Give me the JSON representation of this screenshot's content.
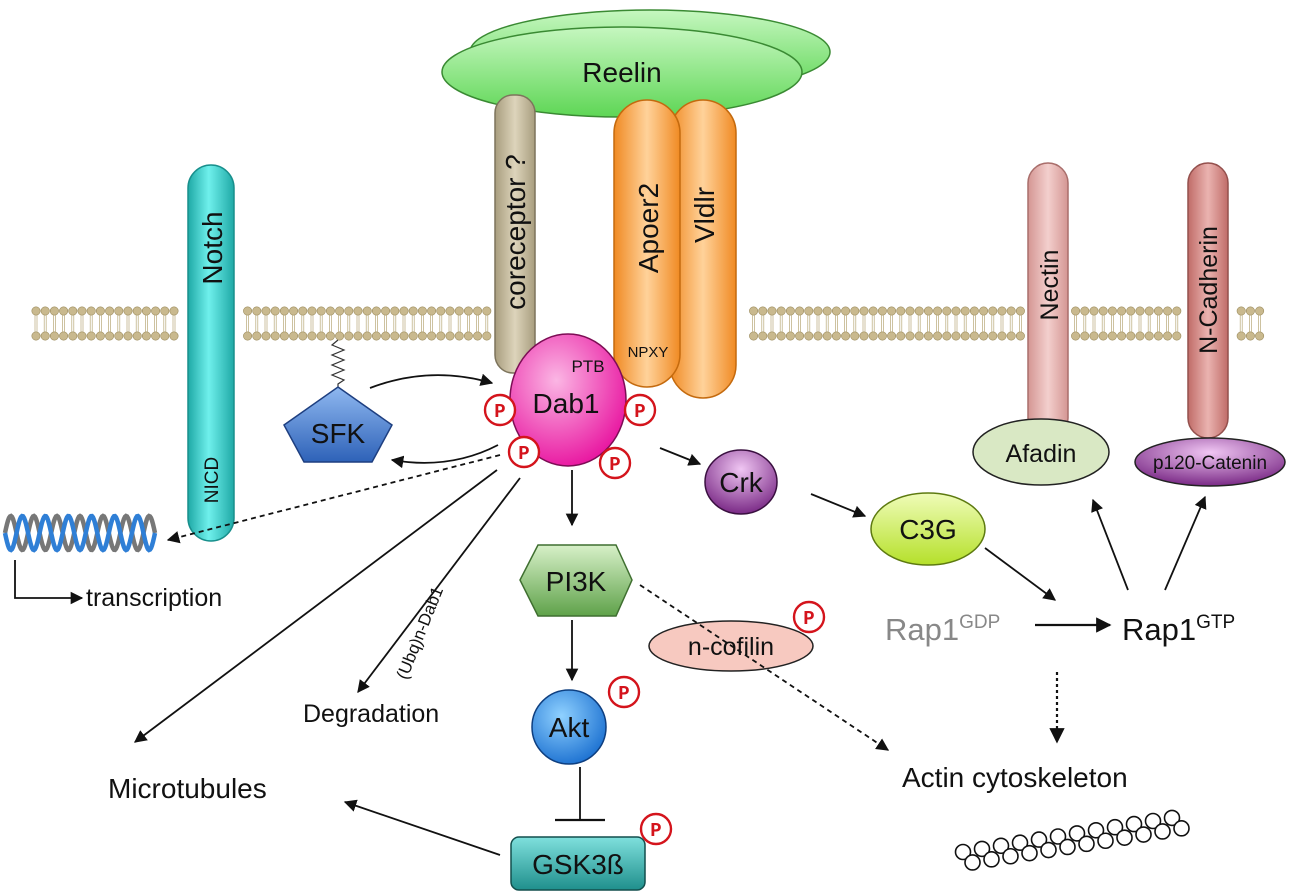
{
  "reelin": "Reelin",
  "receptors": {
    "coreceptor": "coreceptor ?",
    "apoer2": "Apoer2",
    "vldlr": "Vldlr",
    "npxy": "NPXY"
  },
  "notch": {
    "name": "Notch",
    "nicd": "NICD"
  },
  "dab1": {
    "name": "Dab1",
    "ptb": "PTB"
  },
  "phospho_label": "P",
  "sfk": "SFK",
  "crk": "Crk",
  "c3g": "C3G",
  "pi3k": "PI3K",
  "akt": "Akt",
  "gsk3b": "GSK3ß",
  "ncofilin": "n-cofilin",
  "nectin": "Nectin",
  "ncadherin": "N-Cadherin",
  "afadin": "Afadin",
  "p120catenin": "p120-Catenin",
  "rap1": {
    "base": "Rap1",
    "gdp": "GDP",
    "gtp": "GTP"
  },
  "labels": {
    "transcription": "transcription",
    "degradation": "Degradation",
    "ubq": "(Ubq)n-Dab1",
    "microtubules": "Microtubules",
    "actin": "Actin cytoskeleton"
  },
  "colors": {
    "reelin": "#86e87e",
    "coreceptor": "#c2b79a",
    "apoer2": "#f7a24a",
    "notch": "#2fc9c6",
    "dab1": "#f03fb0",
    "sfk": "#4a7fd0",
    "crk": "#9b3fa3",
    "c3g": "#c8f24a",
    "pi3k": "#8fc77a",
    "akt": "#2d8fe0",
    "gsk3b": "#2aa8a5",
    "ncofilin": "#f7c2b8",
    "nectin": "#e2a9a6",
    "ncadherin": "#d4837f",
    "afadin": "#d9e8c4",
    "p120catenin": "#9b3f96",
    "membrane": "#c9b98e",
    "phospho": "#d4141c",
    "rap1gdp": "#888888"
  }
}
